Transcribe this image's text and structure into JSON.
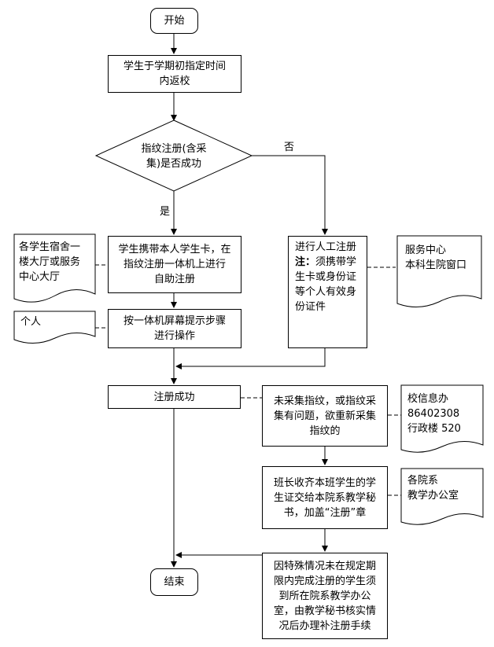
{
  "flow": {
    "start": "开始",
    "return": "学生于学期初指定时间\n内返校",
    "decision": "指纹注册(含采\n集)是否成功",
    "yes": "是",
    "no": "否",
    "self_register": "学生携带本人学生卡，在\n指纹注册一体机上进行\n自助注册",
    "follow_steps": "按一体机屏幕提示步骤\n进行操作",
    "manual_title": "进行人工注册",
    "manual_note_prefix": "注：",
    "manual_note": "须携带学生卡或身份证等个人有效身份证件",
    "success": "注册成功",
    "recollect": "未采集指纹，或指纹采\n集有问题，欲重新采集\n指纹的",
    "monitor": "班长收齐本班学生的学\n生证交给本院系教学秘\n书，加盖“注册”章",
    "special": "因特殊情况未在规定期\n限内完成注册的学生须\n到所在院系教学办公\n室，由教学秘书核实情\n况后办理补注册手续",
    "end": "结束"
  },
  "notes": {
    "dorm": "各学生宿舍一\n楼大厅或服务\n中心大厅",
    "personal": "个人",
    "service": "服务中心\n本科生院窗口",
    "info_office": "校信息办\n86402308\n行政楼 520",
    "dept_office": "各院系\n教学办公室"
  }
}
